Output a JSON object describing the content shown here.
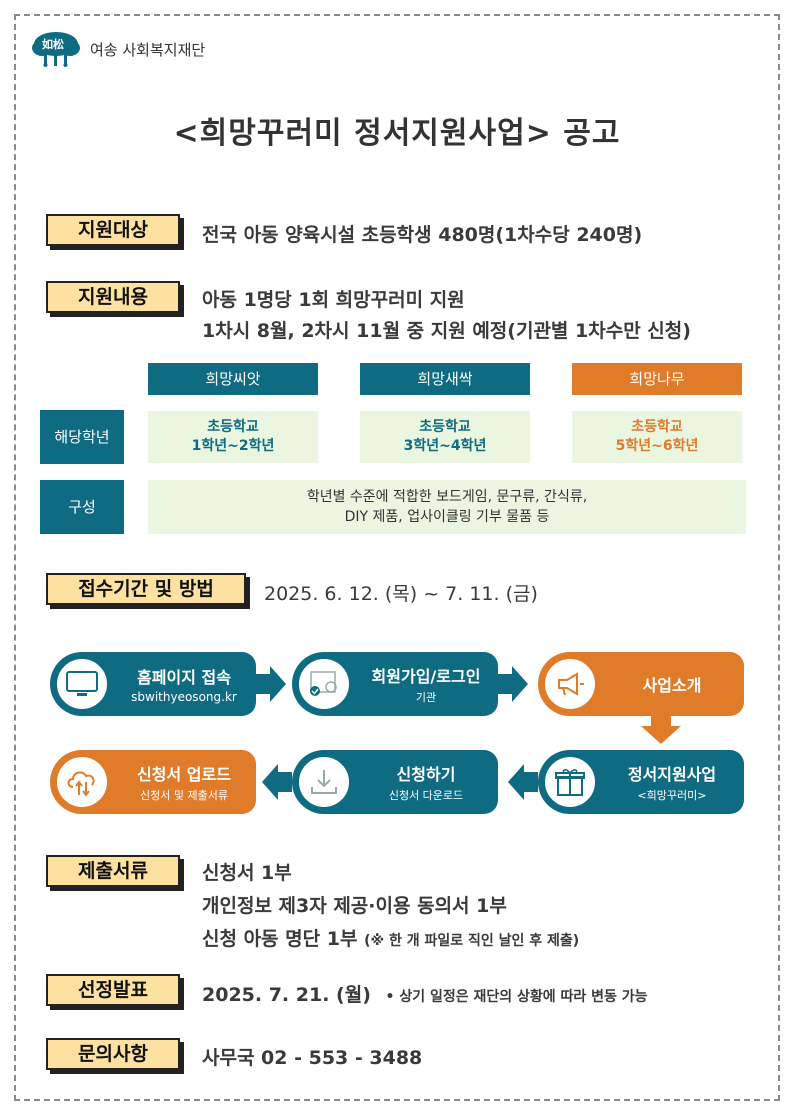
{
  "org": {
    "logo_chars": "如松",
    "name": "여송 사회복지재단"
  },
  "title": "<희망꾸러미 정서지원사업> 공고",
  "target": {
    "label": "지원대상",
    "text": "전국 아동 양육시설 초등학생 480명(1차수당 240명)"
  },
  "content": {
    "label": "지원내용",
    "line1": "아동 1명당 1회 희망꾸러미 지원",
    "line2": "1차시 8월, 2차시 11월 중 지원 예정(기관별 1차수만 신청)"
  },
  "programs": [
    {
      "name": "희망씨앗",
      "grade_line1": "초등학교",
      "grade_line2": "1학년~2학년",
      "color": "#0e6b82",
      "text_color": "#0e6b82"
    },
    {
      "name": "희망새싹",
      "grade_line1": "초등학교",
      "grade_line2": "3학년~4학년",
      "color": "#0e6b82",
      "text_color": "#0e6b82"
    },
    {
      "name": "희망나무",
      "grade_line1": "초등학교",
      "grade_line2": "5학년~6학년",
      "color": "#e07b2a",
      "text_color": "#e07b2a"
    }
  ],
  "grade_label": "해당학년",
  "composition": {
    "label": "구성",
    "line1": "학년별 수준에 적합한 보드게임, 문구류, 간식류,",
    "line2": "DIY 제품, 업사이클링 기부 물품 등"
  },
  "period": {
    "label": "접수기간 및 방법",
    "text": "2025. 6. 12. (목) ~ 7. 11. (금)"
  },
  "steps": [
    {
      "title": "홈페이지 접속",
      "sub": "sbwithyeosong.kr",
      "icon": "monitor-icon"
    },
    {
      "title": "회원가입/로그인",
      "sub": "기관",
      "icon": "user-check-icon"
    },
    {
      "title": "사업소개",
      "sub": "",
      "icon": "megaphone-icon"
    },
    {
      "title": "정서지원사업",
      "sub": "<희망꾸러미>",
      "icon": "gift-icon"
    },
    {
      "title": "신청하기",
      "sub": "신청서 다운로드",
      "icon": "download-icon"
    },
    {
      "title": "신청서 업로드",
      "sub": "신청서 및 제출서류",
      "icon": "cloud-upload-icon"
    }
  ],
  "documents": {
    "label": "제출서류",
    "line1": "신청서 1부",
    "line2": "개인정보 제3자 제공·이용 동의서 1부",
    "line3": "신청 아동 명단 1부",
    "line3_note": "(※ 한 개 파일로 직인 날인 후 제출)"
  },
  "announce": {
    "label": "선정발표",
    "text": "2025. 7. 21. (월)",
    "note": "• 상기 일정은 재단의 상황에 따라 변동 가능"
  },
  "contact": {
    "label": "문의사항",
    "text": "사무국 02 - 553 - 3488"
  },
  "colors": {
    "teal": "#0e6b82",
    "orange": "#e07b2a",
    "label_bg": "#fde1a0",
    "light_green": "#eaf6e0"
  }
}
